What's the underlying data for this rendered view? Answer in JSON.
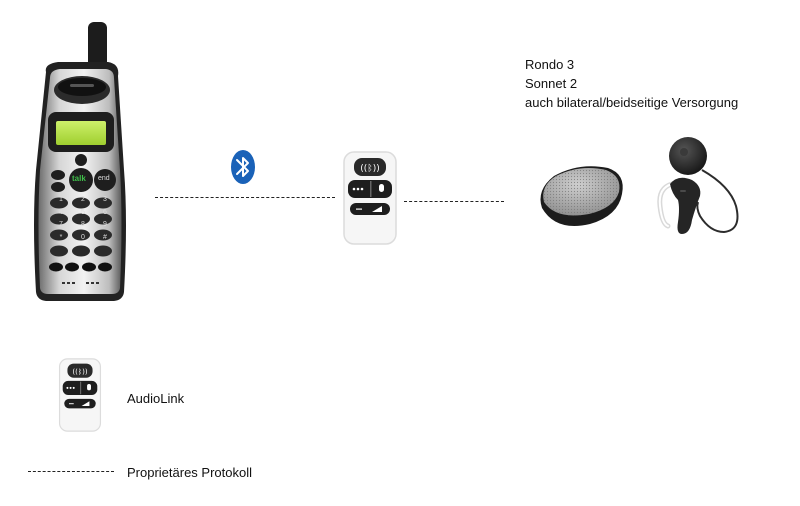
{
  "devices_label": {
    "line1": "Rondo 3",
    "line2": "Sonnet 2",
    "line3": "auch bilateral/beidseitige Versorgung"
  },
  "legend": {
    "audiolink_label": "AudioLink",
    "protocol_label": "Proprietäres Protokoll"
  },
  "phone": {
    "talk_key": "talk",
    "end_key": "end",
    "keypad": [
      "1",
      "2",
      "3",
      "4",
      "5",
      "6",
      "7",
      "8",
      "9",
      "*",
      "0",
      "#"
    ]
  },
  "colors": {
    "bluetooth": "#1a62b8",
    "phone_display": "#b7e04a",
    "talk_key": "#2f9a3a",
    "processor_grey": "#9a9a9a",
    "processor_dark": "#2a2a2a"
  },
  "icons": {
    "bluetooth": "bluetooth-icon",
    "phone": "cordless-phone-icon",
    "audiolink": "audiolink-remote-icon",
    "rondo": "rondo-processor-icon",
    "sonnet": "sonnet-processor-icon"
  }
}
